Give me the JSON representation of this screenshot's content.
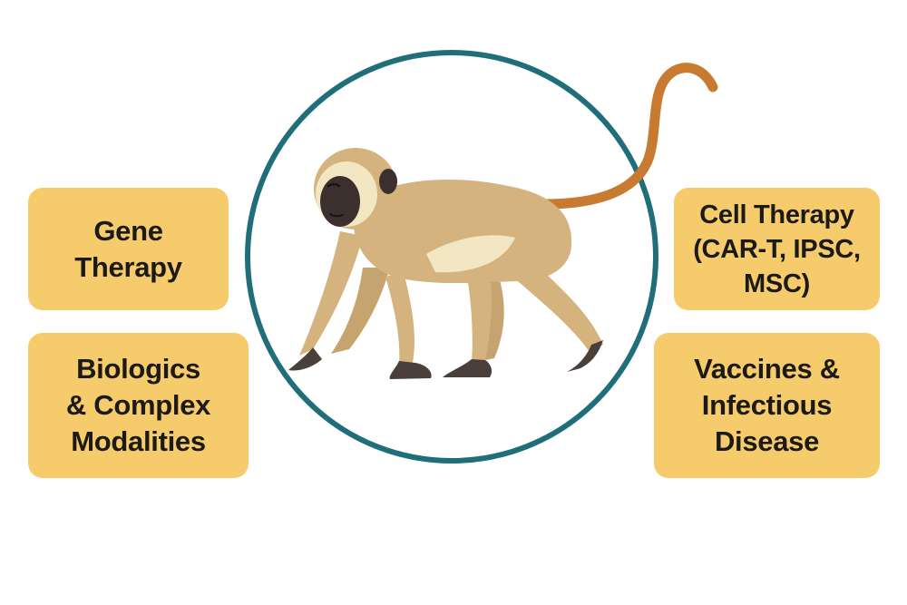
{
  "colors": {
    "box_fill": "#f6cb6c",
    "circle_stroke": "#1f6e7a",
    "monkey_body": "#d4b37f",
    "monkey_belly": "#f3e6c3",
    "monkey_face": "#3b302d",
    "tail": "#c87b30",
    "text": "#1b1a17"
  },
  "boxes": {
    "gene_therapy": {
      "lines": [
        "Gene",
        "Therapy"
      ]
    },
    "biologics": {
      "lines": [
        "Biologics",
        "& Complex",
        "Modalities"
      ]
    },
    "cell_therapy": {
      "lines": [
        "Cell Therapy",
        "(CAR-T, IPSC,",
        "MSC)"
      ]
    },
    "vaccines": {
      "lines": [
        "Vaccines &",
        "Infectious",
        "Disease"
      ]
    }
  },
  "illustration": {
    "subject": "monkey-walking",
    "frame": "circle"
  }
}
